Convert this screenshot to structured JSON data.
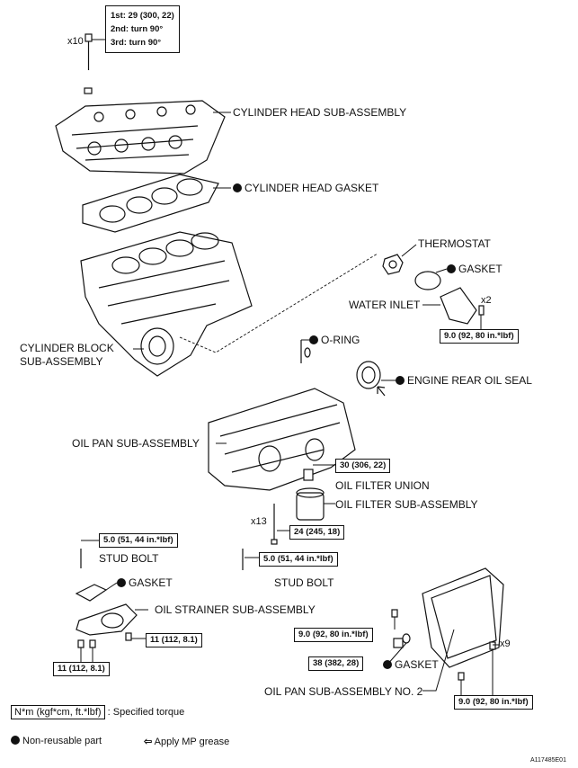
{
  "torque_box_top": {
    "line1": "1st: 29 (300, 22)",
    "line2": "2nd: turn 90°",
    "line3": "3rd: turn 90°",
    "qty": "x10"
  },
  "parts": {
    "cylinder_head": "CYLINDER HEAD SUB-ASSEMBLY",
    "cylinder_head_gasket": "CYLINDER HEAD GASKET",
    "thermostat": "THERMOSTAT",
    "gasket_thermo": "GASKET",
    "water_inlet": "WATER INLET",
    "water_inlet_qty": "x2",
    "cylinder_block_1": "CYLINDER BLOCK",
    "cylinder_block_2": "SUB-ASSEMBLY",
    "o_ring": "O-RING",
    "engine_rear_oil_seal": "ENGINE REAR OIL SEAL",
    "oil_pan": "OIL PAN SUB-ASSEMBLY",
    "oil_filter_union": "OIL FILTER UNION",
    "oil_filter": "OIL FILTER SUB-ASSEMBLY",
    "oil_pan_qty": "x13",
    "stud_bolt_left": "STUD BOLT",
    "stud_bolt_right": "STUD BOLT",
    "gasket_strainer": "GASKET",
    "oil_strainer": "OIL STRAINER SUB-ASSEMBLY",
    "gasket_drain": "GASKET",
    "oil_pan_no2": "OIL PAN SUB-ASSEMBLY NO. 2",
    "oil_pan_no2_qty": "x9"
  },
  "torques": {
    "water_inlet": "9.0 (92, 80 in.*lbf)",
    "oil_filter_union": "30 (306, 22)",
    "oil_pan_bolt": "24 (245, 18)",
    "stud_bolt_right": "5.0 (51, 44 in.*lbf)",
    "stud_bolt_left": "5.0 (51, 44 in.*lbf)",
    "strainer_right": "11 (112, 8.1)",
    "strainer_left": "11 (112, 8.1)",
    "oil_pan_no2_left": "9.0 (92, 80 in.*lbf)",
    "drain_plug": "38 (382, 28)",
    "oil_pan_no2_bottom": "9.0 (92, 80 in.*lbf)"
  },
  "legend": {
    "unit_box": "N*m (kgf*cm, ft.*lbf)",
    "unit_text": ": Specified torque",
    "non_reusable": "Non-reusable part",
    "mp_grease": "Apply MP grease"
  },
  "figure_code": "A117485E01"
}
